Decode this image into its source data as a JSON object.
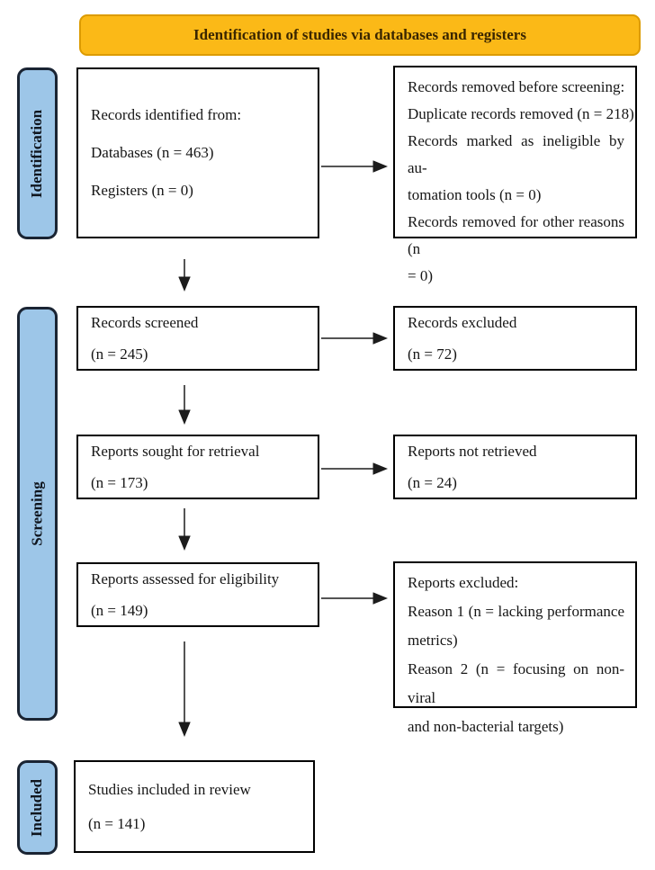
{
  "banner": {
    "label": "Identification of studies via databases and registers"
  },
  "sidebar": {
    "identification": "Identification",
    "screening": "Screening",
    "included": "Included"
  },
  "boxes": {
    "records_identified": {
      "lines": [
        "Records identified from:",
        "Databases (n = 463)",
        "Registers (n = 0)"
      ]
    },
    "records_removed": {
      "lines": [
        "Records removed before screening:",
        "Duplicate records removed (n = 218)",
        "Records marked as ineligible by au-",
        "tomation tools (n = 0)",
        "Records removed for other reasons (n",
        "= 0)"
      ]
    },
    "records_screened": {
      "lines": [
        "Records screened",
        "(n = 245)"
      ]
    },
    "records_excluded": {
      "lines": [
        "Records excluded",
        "(n = 72)"
      ]
    },
    "reports_sought": {
      "lines": [
        "Reports sought for retrieval",
        "(n = 173)"
      ]
    },
    "reports_not_retrieved": {
      "lines": [
        "Reports not retrieved",
        "(n = 24)"
      ]
    },
    "reports_assessed": {
      "lines": [
        "Reports assessed for eligibility",
        "(n = 149)"
      ]
    },
    "reports_excluded": {
      "lines": [
        "Reports excluded:",
        "Reason 1 (n = lacking performance",
        "metrics)",
        "Reason 2 (n = focusing on non-viral",
        "and non-bacterial targets)"
      ]
    },
    "studies_included": {
      "lines": [
        "Studies included in review",
        "(n = 141)"
      ]
    }
  },
  "colors": {
    "banner_fill": "#FBB917",
    "banner_border": "#DC9B00",
    "sidebar_fill": "#9DC6E8",
    "sidebar_border": "#1A2433",
    "box_border": "#000000",
    "arrow": "#1c1c1c"
  }
}
